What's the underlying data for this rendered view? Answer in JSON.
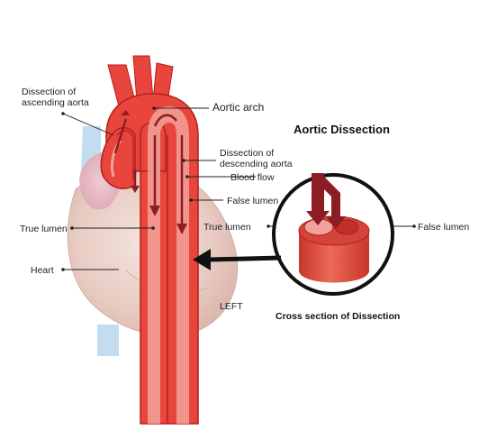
{
  "title": "Aortic Dissection",
  "cross_section_caption": "Cross section of Dissection",
  "labels": {
    "dissection_ascending_1": "Dissection of",
    "dissection_ascending_2": "ascending aorta",
    "aortic_arch": "Aortic arch",
    "dissection_descending_1": "Dissection of",
    "dissection_descending_2": "descending aorta",
    "blood_flow": "Blood flow",
    "false_lumen_main": "False lumen",
    "true_lumen_left": "True lumen",
    "true_lumen_inset": "True lumen",
    "false_lumen_inset": "False lumen",
    "heart": "Heart",
    "left": "LEFT"
  },
  "colors": {
    "aorta_red": "#e8463c",
    "aorta_dark": "#b51f1b",
    "true_lumen_light": "#f2a29a",
    "flow_arrow": "#8c1d24",
    "vein_blue": "#b8d4ea",
    "heart_pink": "#e9c2c9",
    "outline": "#111111"
  }
}
